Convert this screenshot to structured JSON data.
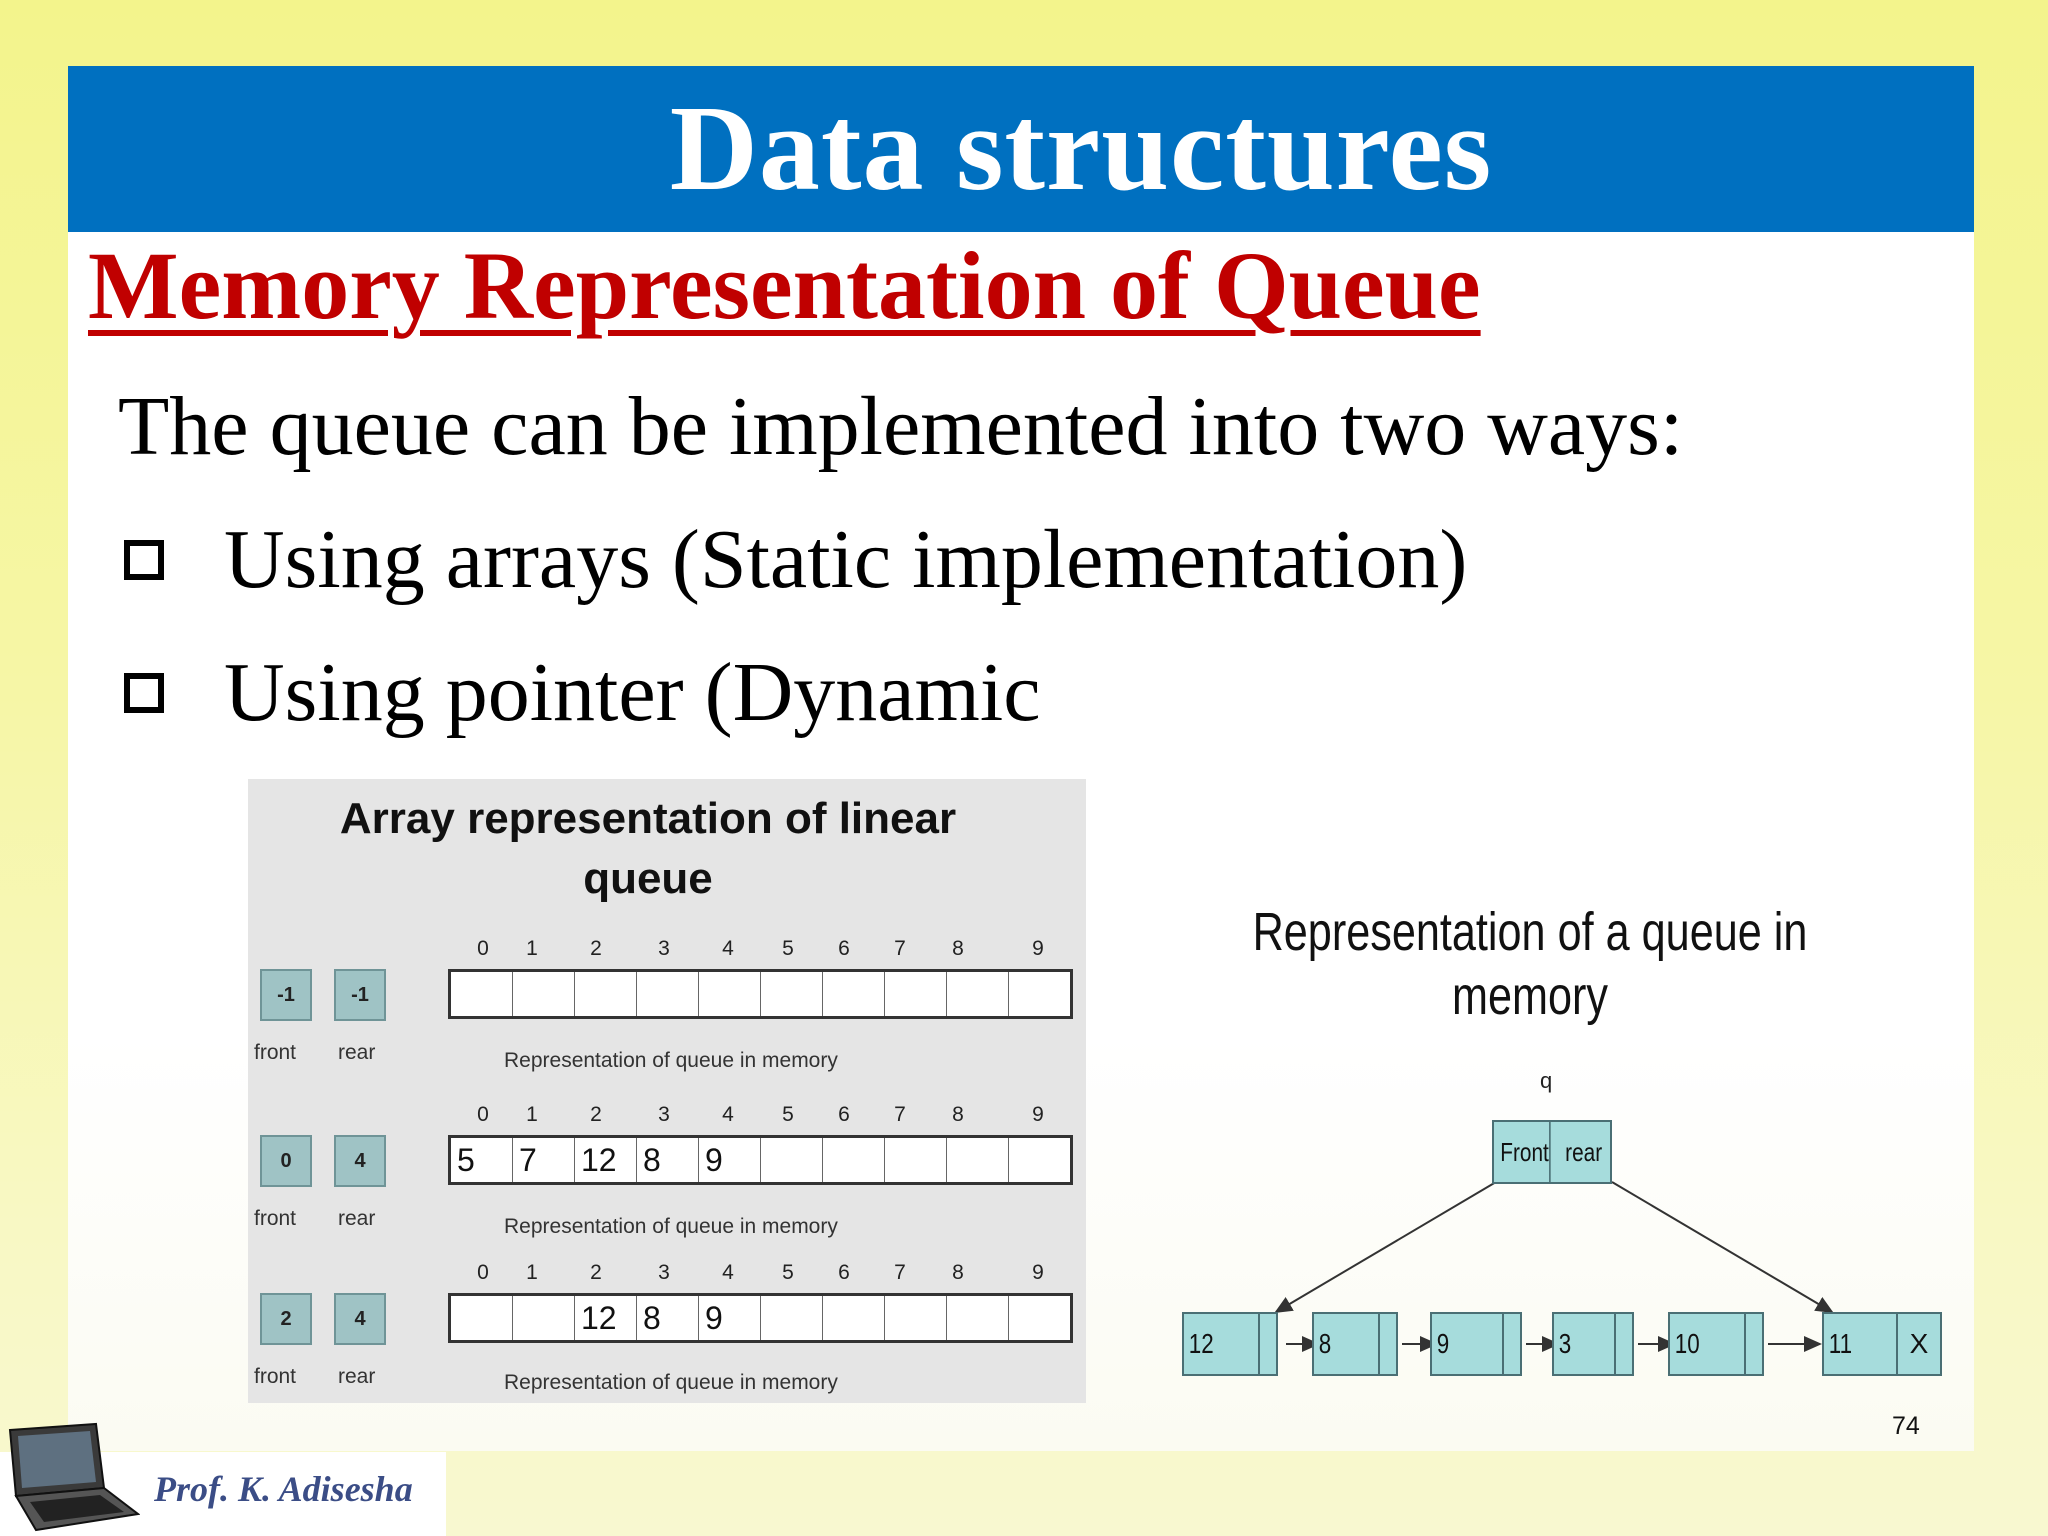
{
  "slide": {
    "title": "Data structures",
    "subtitle": "Memory Representation of Queue",
    "intro": "The queue can be implemented into two ways:",
    "bullets": [
      "Using arrays (Static implementation)",
      "Using pointer (Dynamic"
    ],
    "page_number": "74",
    "author": "Prof. K. Adisesha"
  },
  "array_figure": {
    "title_line1": "Array representation of linear",
    "title_line2": "queue",
    "indices": [
      "0",
      "1",
      "2",
      "3",
      "4",
      "5",
      "6",
      "7",
      "8",
      "9"
    ],
    "front_label": "front",
    "rear_label": "rear",
    "caption": "Representation of queue in memory",
    "rows": [
      {
        "front": "-1",
        "rear": "-1",
        "cells": [
          "",
          "",
          "",
          "",
          "",
          "",
          "",
          "",
          "",
          ""
        ]
      },
      {
        "front": "0",
        "rear": "4",
        "cells": [
          "5",
          "7",
          "12",
          "8",
          "9",
          "",
          "",
          "",
          "",
          ""
        ]
      },
      {
        "front": "2",
        "rear": "4",
        "cells": [
          "",
          "",
          "12",
          "8",
          "9",
          "",
          "",
          "",
          "",
          ""
        ]
      }
    ]
  },
  "linked_figure": {
    "title_line1": "Representation of a queue in",
    "title_line2": "memory",
    "q_label": "q",
    "front_label": "Front",
    "rear_label": "rear",
    "nodes": [
      "12",
      "8",
      "9",
      "3",
      "10",
      "11"
    ],
    "null_marker": "X"
  },
  "colors": {
    "title_bar": "#0070c0",
    "subtitle": "#c00000",
    "node_fill": "#a6dcdc",
    "pointer_box_fill": "#9fc3c5"
  },
  "icons": [
    "checkbox-bullet-icon",
    "laptop-icon"
  ]
}
